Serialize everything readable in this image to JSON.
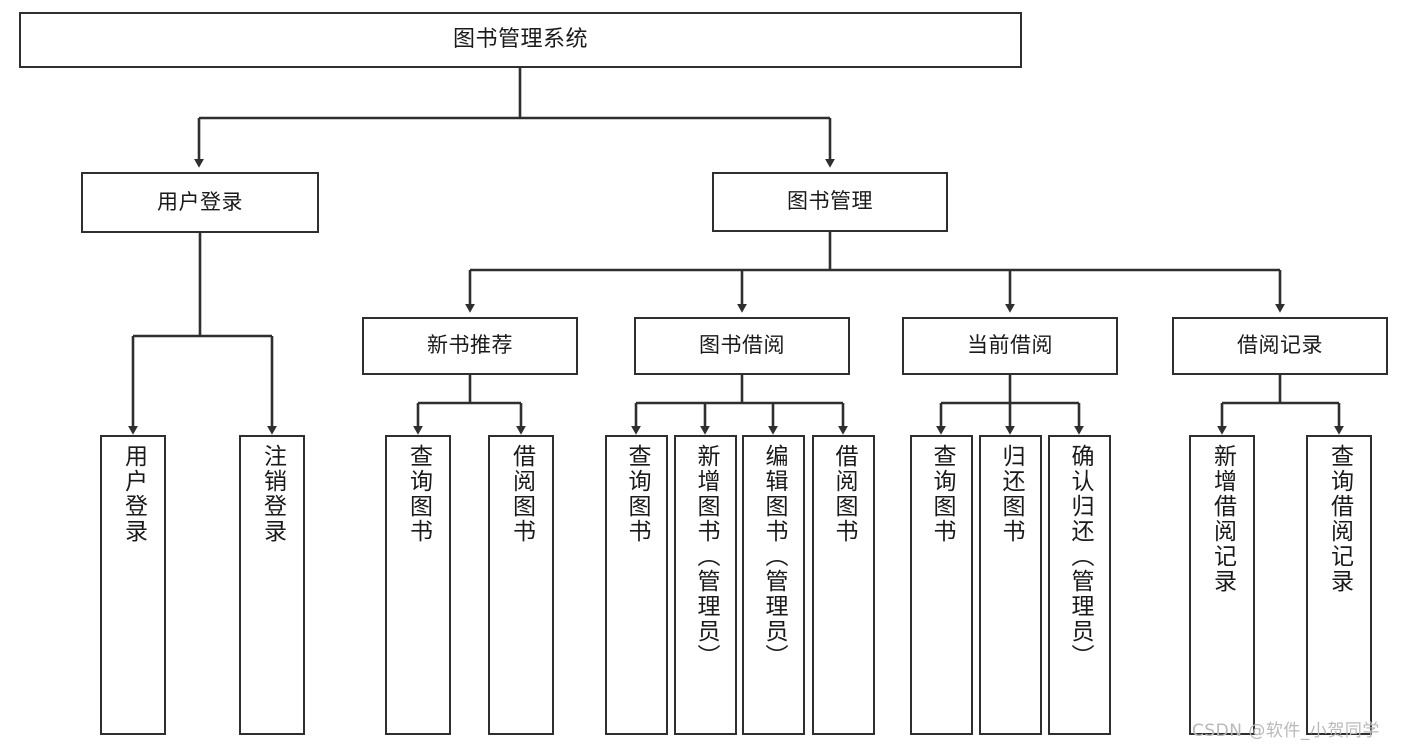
{
  "diagram": {
    "type": "tree-hierarchy",
    "title": "图书管理系统",
    "orientation": "top-down",
    "edge_color": "#2f2f2f",
    "box_border_color": "#2f2f2f",
    "background_color": "#ffffff",
    "levels": 4
  },
  "nodes": {
    "root": {
      "label": "图书管理系统"
    },
    "level2": [
      {
        "label": "用户登录"
      },
      {
        "label": "图书管理"
      }
    ],
    "level3": [
      {
        "label": "新书推荐"
      },
      {
        "label": "图书借阅"
      },
      {
        "label": "当前借阅"
      },
      {
        "label": "借阅记录"
      }
    ],
    "leaves_user_login": [
      {
        "label": "用户登录"
      },
      {
        "label": "注销登录"
      }
    ],
    "leaves_new_book": [
      {
        "label": "查询图书"
      },
      {
        "label": "借阅图书"
      }
    ],
    "leaves_book_borrow": [
      {
        "label": "查询图书"
      },
      {
        "label": "新增图书（管理员）"
      },
      {
        "label": "编辑图书（管理员）"
      },
      {
        "label": "借阅图书"
      }
    ],
    "leaves_current_borrow": [
      {
        "label": "查询图书"
      },
      {
        "label": "归还图书"
      },
      {
        "label": "确认归还（管理员）"
      }
    ],
    "leaves_borrow_record": [
      {
        "label": "新增借阅记录"
      },
      {
        "label": "查询借阅记录"
      }
    ]
  },
  "watermark": {
    "text": "CSDN @软件_小贺同学",
    "color": "#b9b9b9"
  }
}
